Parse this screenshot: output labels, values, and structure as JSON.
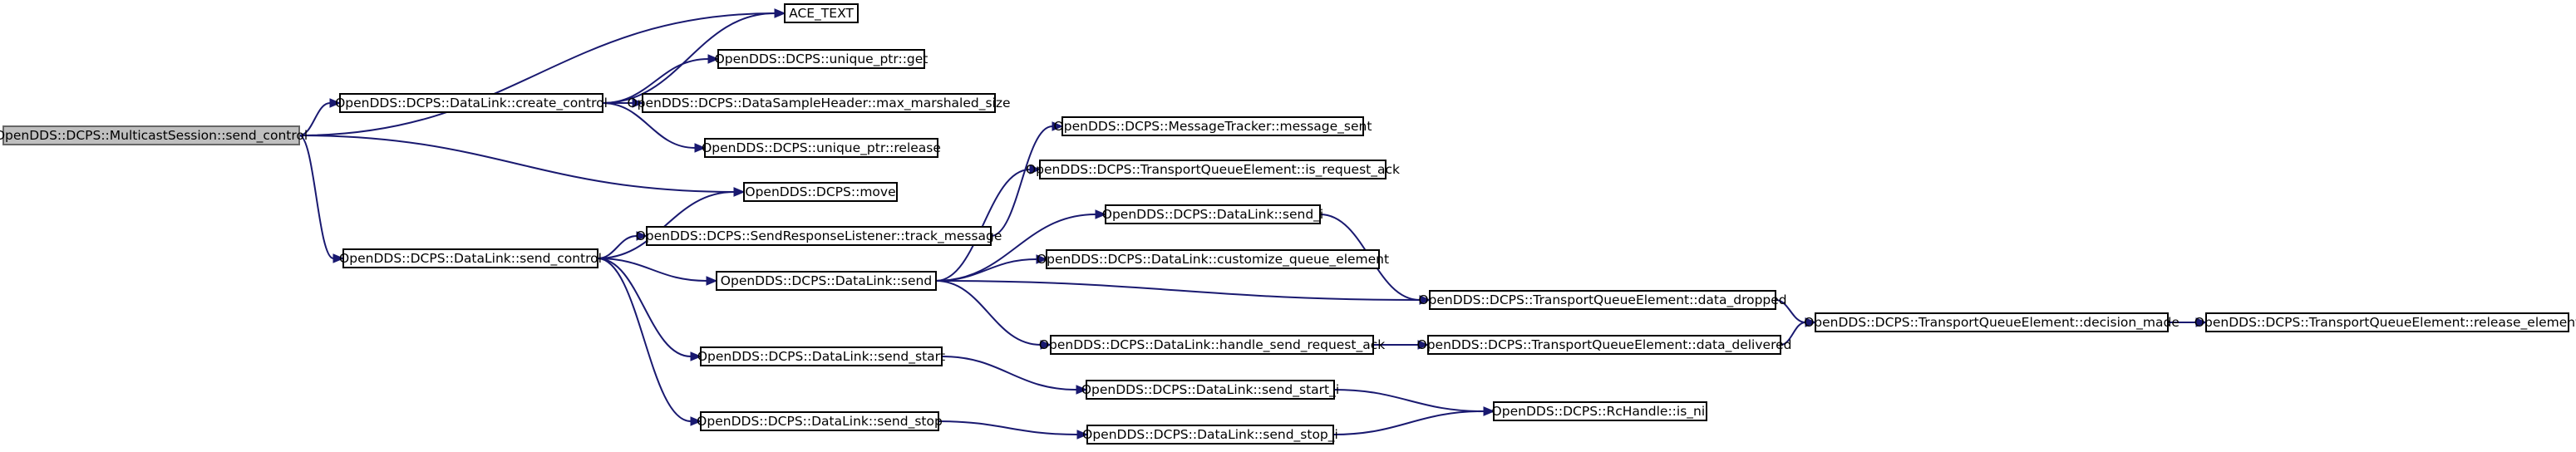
{
  "nodes": {
    "root": "OpenDDS::DCPS::MulticastSession::send_control",
    "ace_text": "ACE_TEXT",
    "create_control": "OpenDDS::DCPS::DataLink::create_control",
    "unique_ptr_get": "OpenDDS::DCPS::unique_ptr::get",
    "max_marshaled_size": "OpenDDS::DCPS::DataSampleHeader::max_marshaled_size",
    "unique_ptr_release": "OpenDDS::DCPS::unique_ptr::release",
    "move": "OpenDDS::DCPS::move",
    "dl_send_control": "OpenDDS::DCPS::DataLink::send_control",
    "track_message": "OpenDDS::DCPS::SendResponseListener::track_message",
    "message_sent": "OpenDDS::DCPS::MessageTracker::message_sent",
    "is_request_ack": "OpenDDS::DCPS::TransportQueueElement::is_request_ack",
    "dl_send": "OpenDDS::DCPS::DataLink::send",
    "send_i": "OpenDDS::DCPS::DataLink::send_i",
    "customize_queue_element": "OpenDDS::DCPS::DataLink::customize_queue_element",
    "data_dropped": "OpenDDS::DCPS::TransportQueueElement::data_dropped",
    "handle_send_request_ack": "OpenDDS::DCPS::DataLink::handle_send_request_ack",
    "data_delivered": "OpenDDS::DCPS::TransportQueueElement::data_delivered",
    "decision_made": "OpenDDS::DCPS::TransportQueueElement::decision_made",
    "release_element": "OpenDDS::DCPS::TransportQueueElement::release_element",
    "send_start": "OpenDDS::DCPS::DataLink::send_start",
    "send_start_i": "OpenDDS::DCPS::DataLink::send_start_i",
    "is_nil": "OpenDDS::DCPS::RcHandle::is_nil",
    "send_stop": "OpenDDS::DCPS::DataLink::send_stop",
    "send_stop_i": "OpenDDS::DCPS::DataLink::send_stop_i"
  },
  "edges": [
    [
      "root",
      "ace_text"
    ],
    [
      "root",
      "create_control"
    ],
    [
      "root",
      "move"
    ],
    [
      "root",
      "dl_send_control"
    ],
    [
      "create_control",
      "ace_text"
    ],
    [
      "create_control",
      "unique_ptr_get"
    ],
    [
      "create_control",
      "max_marshaled_size"
    ],
    [
      "create_control",
      "unique_ptr_release"
    ],
    [
      "dl_send_control",
      "move"
    ],
    [
      "dl_send_control",
      "track_message"
    ],
    [
      "dl_send_control",
      "dl_send"
    ],
    [
      "dl_send_control",
      "send_start"
    ],
    [
      "dl_send_control",
      "send_stop"
    ],
    [
      "track_message",
      "message_sent"
    ],
    [
      "dl_send",
      "is_request_ack"
    ],
    [
      "dl_send",
      "send_i"
    ],
    [
      "dl_send",
      "customize_queue_element"
    ],
    [
      "dl_send",
      "data_dropped"
    ],
    [
      "dl_send",
      "handle_send_request_ack"
    ],
    [
      "send_i",
      "data_dropped"
    ],
    [
      "handle_send_request_ack",
      "data_delivered"
    ],
    [
      "data_dropped",
      "decision_made"
    ],
    [
      "data_delivered",
      "decision_made"
    ],
    [
      "decision_made",
      "release_element"
    ],
    [
      "send_start",
      "send_start_i"
    ],
    [
      "send_start_i",
      "is_nil"
    ],
    [
      "send_stop",
      "send_stop_i"
    ],
    [
      "send_stop_i",
      "is_nil"
    ]
  ],
  "colors": {
    "edge": "#191970",
    "root_fill": "#bfbfbf",
    "node_fill": "#ffffff"
  }
}
